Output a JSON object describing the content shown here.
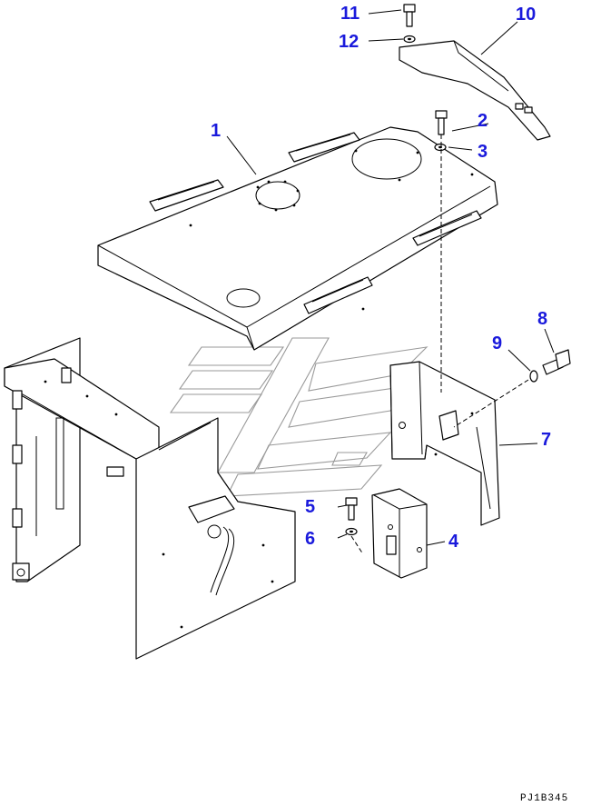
{
  "callouts": [
    {
      "id": "c1",
      "text": "1"
    },
    {
      "id": "c2",
      "text": "2"
    },
    {
      "id": "c3",
      "text": "3"
    },
    {
      "id": "c4",
      "text": "4"
    },
    {
      "id": "c5",
      "text": "5"
    },
    {
      "id": "c6",
      "text": "6"
    },
    {
      "id": "c7",
      "text": "7"
    },
    {
      "id": "c8",
      "text": "8"
    },
    {
      "id": "c9",
      "text": "9"
    },
    {
      "id": "c10",
      "text": "10"
    },
    {
      "id": "c11",
      "text": "11"
    },
    {
      "id": "c12",
      "text": "12"
    }
  ],
  "drawing_code": "PJ1B345",
  "colors": {
    "callout": "#1a1adc",
    "line": "#000000",
    "watermark": "#9a9a9a"
  }
}
